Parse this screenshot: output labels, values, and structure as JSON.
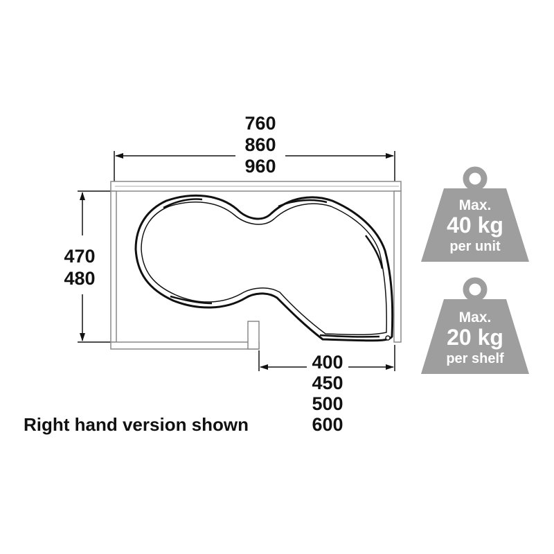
{
  "width_dims": [
    "760",
    "860",
    "960"
  ],
  "depth_dims": [
    "470",
    "480"
  ],
  "door_dims": [
    "400",
    "450",
    "500",
    "600"
  ],
  "caption": "Right hand version shown",
  "weights": [
    {
      "line1": "Max.",
      "line2": "40 kg",
      "line3": "per unit"
    },
    {
      "line1": "Max.",
      "line2": "20 kg",
      "line3": "per shelf"
    }
  ],
  "colors": {
    "line": "#111111",
    "cabinet_edge": "#a9a9a9",
    "weight_fill": "#9e9e9e",
    "text_on_weight": "#ffffff"
  }
}
